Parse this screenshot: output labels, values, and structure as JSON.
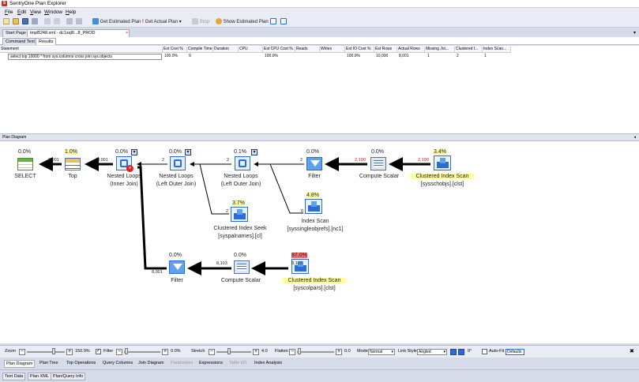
{
  "window": {
    "title": "SentryOne Plan Explorer"
  },
  "menu": [
    "File",
    "Edit",
    "View",
    "Window",
    "Help"
  ],
  "toolbar": {
    "get_estimated_plan": "Get Estimated Plan",
    "get_actual_plan": "Get Actual Plan",
    "stop": "Stop",
    "show_estimated_plan": "Show Estimated Plan"
  },
  "doc_tabs": {
    "start_page": "Start Page",
    "active": "tmpB248.xml - dc1sql0...8_PROD",
    "close": "×"
  },
  "sub_tabs": {
    "command_text": "Command Text",
    "results": "Results"
  },
  "grid": {
    "columns": [
      "Statement",
      "Est Cost %",
      "Compile Time",
      "Duration",
      "CPU",
      "Est CPU Cost %",
      "Reads",
      "Writes",
      "Est IO Cost %",
      "Est Rows",
      "Actual Rows",
      "Missing Joi...",
      "Clustered I...",
      "Index Scan..."
    ],
    "row": {
      "statement": "select top 10000 * from sys.columns cross join sys.objects",
      "est_cost": "100.0%",
      "compile_time": "9",
      "est_cpu": "100.0%",
      "est_io": "100.0%",
      "est_rows": "10,000",
      "actual_rows": "8,001",
      "missing_joins": "1",
      "clustered": "2",
      "index_scan": "1"
    }
  },
  "plan": {
    "header": "Plan Diagram",
    "nodes": {
      "select": {
        "cost": "0.0%",
        "name": "SELECT"
      },
      "top": {
        "cost": "1.0%",
        "name": "Top"
      },
      "nl_inner": {
        "cost": "0.0%",
        "name": "Nested Loops",
        "sub": "(Inner Join)"
      },
      "nl_outer1": {
        "cost": "0.0%",
        "name": "Nested Loops",
        "sub": "(Left Outer Join)"
      },
      "nl_outer2": {
        "cost": "0.1%",
        "name": "Nested Loops",
        "sub": "(Left Outer Join)"
      },
      "filter1": {
        "cost": "0.0%",
        "name": "Filter"
      },
      "compute1": {
        "cost": "0.0%",
        "name": "Compute Scalar"
      },
      "cis1": {
        "cost": "3.4%",
        "name": "Clustered Index Scan",
        "sub": "[sysschobjs].[clst]"
      },
      "seek": {
        "cost": "3.7%",
        "name": "Clustered Index Seek",
        "sub": "[syspalnames].[cl]"
      },
      "iscan": {
        "cost": "4.8%",
        "name": "Index Scan",
        "sub": "[syssingleobjrefs].[nc1]"
      },
      "filter2": {
        "cost": "0.0%",
        "name": "Filter"
      },
      "compute2": {
        "cost": "0.0%",
        "name": "Compute Scalar"
      },
      "cis2": {
        "cost": "87.0%",
        "name": "Clustered Index Scan",
        "sub": "[syscolpars].[clst]"
      }
    },
    "rows": {
      "select_top": "8,001",
      "top_nl": "8,001",
      "nl_outer1": "2",
      "nl_outer2": "2",
      "filter1": "2",
      "compute1": "2,190",
      "cis1": "2,190",
      "seek": "2",
      "iscan": "0",
      "filter2": "8,001",
      "compute2": "8,103",
      "cis2": "8,103"
    }
  },
  "zoombar": {
    "zoom_label": "Zoom",
    "zoom_value": "150.9%",
    "filter_label": "Filter",
    "filter_value": "0.0%",
    "stretch_label": "Stretch",
    "stretch_value": "4.0",
    "flatten_label": "Flatten",
    "flatten_value": "0.0",
    "mode_label": "Mode",
    "mode_value": "Normal",
    "link_style_label": "Link Style",
    "link_style_value": "Angled",
    "angle_value": "0°",
    "autofit_label": "Auto-Fit",
    "defaults_label": "Defaults",
    "close": "✖"
  },
  "bottom_tabs": [
    "Plan Diagram",
    "Plan Tree",
    "Top Operations",
    "Query Columns",
    "Join Diagram",
    "Parameters",
    "Expressions",
    "Table I/O",
    "Index Analysis"
  ],
  "bottom_tabs2": [
    "Text Data",
    "Plan XML",
    "Plan/Query Info"
  ],
  "colors": {
    "highlight": "#ffff9c",
    "hot": "#ff6b6b",
    "accent": "#2a6bd6"
  }
}
